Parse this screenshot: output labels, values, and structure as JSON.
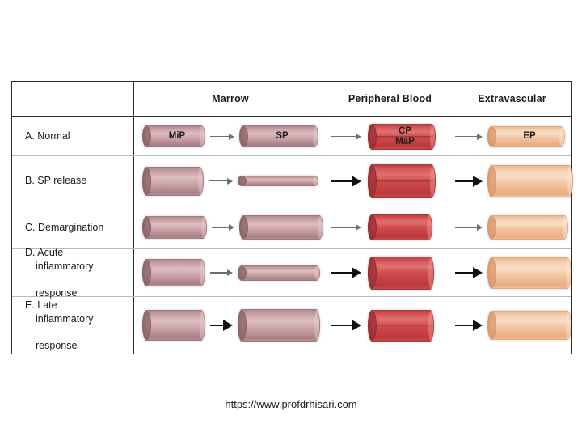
{
  "figure": {
    "caption": "https://www.profdrhisari.com",
    "colors": {
      "marrow_pool": "#c9a3a7",
      "blood_pool": "#cf4b4d",
      "extravascular_pool": "#f2c7a3",
      "table_border": "#2b2b2b",
      "grid_line": "#b9b9b9",
      "background": "#ffffff"
    }
  },
  "table": {
    "columns": [
      {
        "key": "label",
        "header": ""
      },
      {
        "key": "marrow",
        "header": "Marrow"
      },
      {
        "key": "blood",
        "header": "Peripheral Blood"
      },
      {
        "key": "extra",
        "header": "Extravascular"
      }
    ],
    "rows": [
      {
        "id": "a",
        "label": "A. Normal",
        "label_line1": "A. Normal",
        "label_line2": "",
        "label_line3": "",
        "marrow": {
          "pool1": {
            "name": "MiP",
            "label": "MiP",
            "size": "medium"
          },
          "pool2": {
            "name": "SP",
            "label": "SP",
            "size": "medium"
          },
          "arrow": "thin"
        },
        "blood": {
          "pool": {
            "name": "CP/MaP",
            "label_top": "CP",
            "label_bottom": "MaP",
            "size": "medium"
          },
          "arrow": "thin"
        },
        "extra": {
          "pool": {
            "name": "EP",
            "label": "EP",
            "size": "medium"
          },
          "arrow": "thin"
        }
      },
      {
        "id": "b",
        "label": "B. SP release",
        "label_line1": "B. SP release",
        "label_line2": "",
        "label_line3": "",
        "marrow": {
          "pool1": {
            "name": "MiP",
            "label": "",
            "size": "large"
          },
          "pool2": {
            "name": "SP",
            "label": "",
            "size": "tiny"
          },
          "arrow": "thin"
        },
        "blood": {
          "pool": {
            "name": "CP/MaP",
            "label_top": "",
            "label_bottom": "",
            "size": "large"
          },
          "arrow": "thick"
        },
        "extra": {
          "pool": {
            "name": "EP",
            "label": "",
            "size": "large"
          },
          "arrow": "thick"
        }
      },
      {
        "id": "c",
        "label": "C. Demargination",
        "label_line1": "C. Demargination",
        "label_line2": "",
        "label_line3": "",
        "marrow": {
          "pool1": {
            "name": "MiP",
            "label": "",
            "size": "medium"
          },
          "pool2": {
            "name": "SP",
            "label": "",
            "size": "medium"
          },
          "arrow": "thin"
        },
        "blood": {
          "pool": {
            "name": "CP/MaP",
            "label_top": "",
            "label_bottom": "",
            "size": "medium"
          },
          "arrow": "thin"
        },
        "extra": {
          "pool": {
            "name": "EP",
            "label": "",
            "size": "medium"
          },
          "arrow": "thin"
        }
      },
      {
        "id": "d",
        "label": "D. Acute inflammatory response",
        "label_line1": "D. Acute",
        "label_line2": "inflammatory",
        "label_line3": "response",
        "marrow": {
          "pool1": {
            "name": "MiP",
            "label": "",
            "size": "large"
          },
          "pool2": {
            "name": "SP",
            "label": "",
            "size": "small"
          },
          "arrow": "thin"
        },
        "blood": {
          "pool": {
            "name": "CP/MaP",
            "label_top": "",
            "label_bottom": "",
            "size": "large"
          },
          "arrow": "thick"
        },
        "extra": {
          "pool": {
            "name": "EP",
            "label": "",
            "size": "large"
          },
          "arrow": "thick"
        }
      },
      {
        "id": "e",
        "label": "E. Late inflammatory response",
        "label_line1": "E. Late",
        "label_line2": "inflammatory",
        "label_line3": "response",
        "marrow": {
          "pool1": {
            "name": "MiP",
            "label": "",
            "size": "large"
          },
          "pool2": {
            "name": "SP",
            "label": "",
            "size": "large"
          },
          "arrow": "thick"
        },
        "blood": {
          "pool": {
            "name": "CP/MaP",
            "label_top": "",
            "label_bottom": "",
            "size": "large"
          },
          "arrow": "thick"
        },
        "extra": {
          "pool": {
            "name": "EP",
            "label": "",
            "size": "large"
          },
          "arrow": "thick"
        }
      }
    ]
  }
}
